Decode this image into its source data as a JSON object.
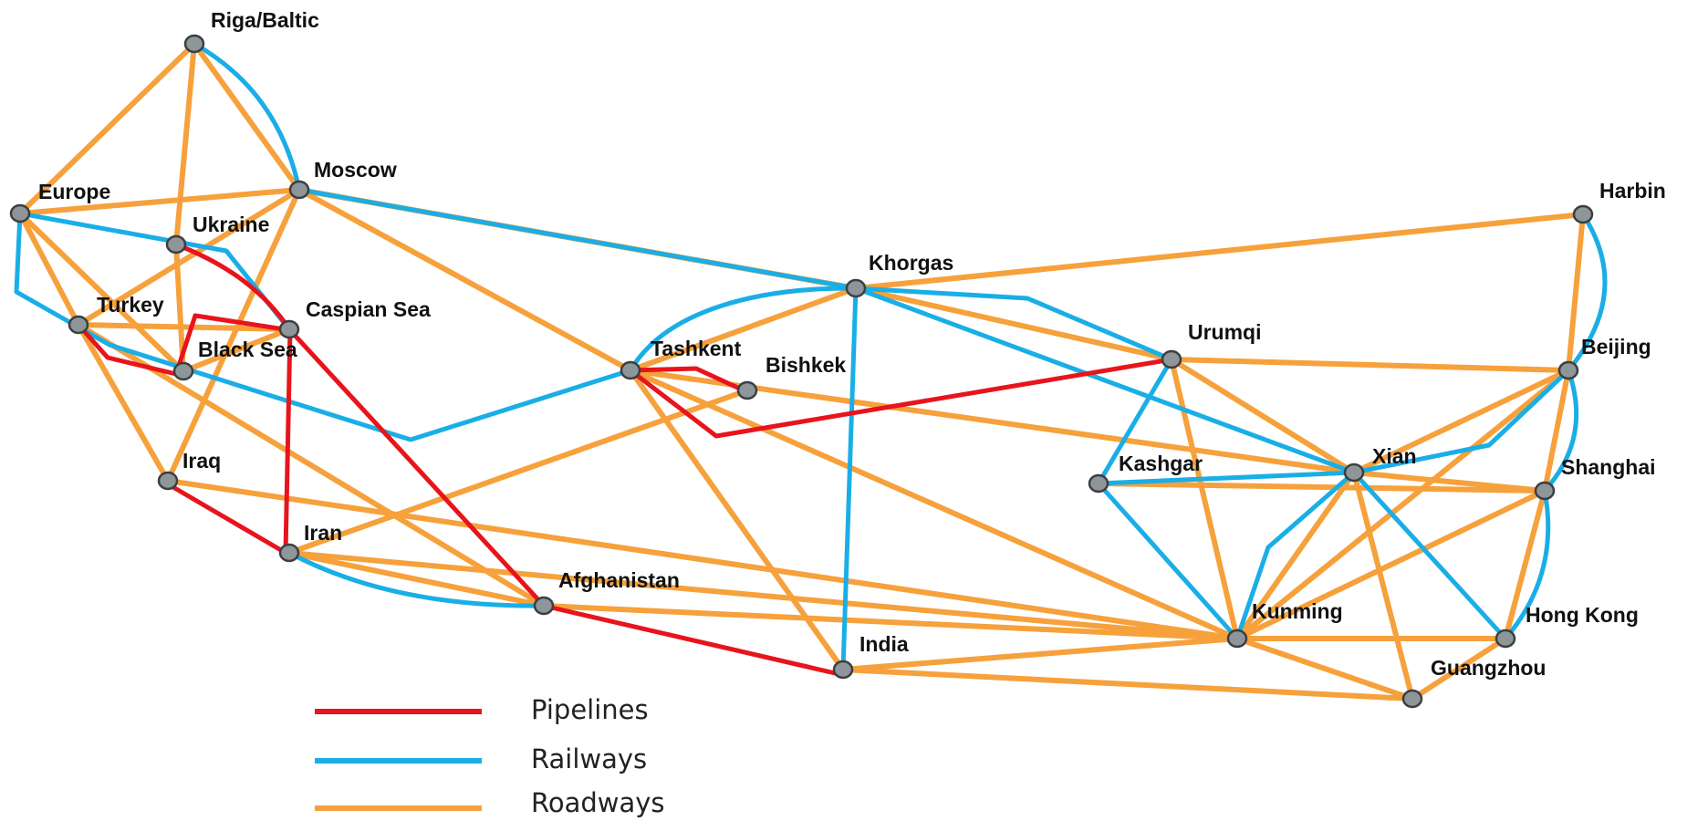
{
  "colors": {
    "pipeline": "#e8141c",
    "railway": "#1aaee6",
    "roadway": "#f6a13c",
    "node_fill": "#8f969a",
    "node_stroke": "#3b3f42",
    "label": "#111111"
  },
  "nodes": {
    "riga": {
      "label": "Riga/Baltic"
    },
    "moscow": {
      "label": "Moscow"
    },
    "europe": {
      "label": "Europe"
    },
    "ukraine": {
      "label": "Ukraine"
    },
    "turkey": {
      "label": "Turkey"
    },
    "caspian": {
      "label": "Caspian Sea"
    },
    "blacksea": {
      "label": "Black Sea"
    },
    "iraq": {
      "label": "Iraq"
    },
    "iran": {
      "label": "Iran"
    },
    "afghanistan": {
      "label": "Afghanistan"
    },
    "tashkent": {
      "label": "Tashkent"
    },
    "bishkek": {
      "label": "Bishkek"
    },
    "khorgas": {
      "label": "Khorgas"
    },
    "urumqi": {
      "label": "Urumqi"
    },
    "kashgar": {
      "label": "Kashgar"
    },
    "xian": {
      "label": "Xian"
    },
    "kunming": {
      "label": "Kunming"
    },
    "india": {
      "label": "India"
    },
    "harbin": {
      "label": "Harbin"
    },
    "beijing": {
      "label": "Beijing"
    },
    "shanghai": {
      "label": "Shanghai"
    },
    "hongkong": {
      "label": "Hong Kong"
    },
    "guangzhou": {
      "label": "Guangzhou"
    }
  },
  "legend": {
    "pipelines": "Pipelines",
    "railways": "Railways",
    "roadways": "Roadways"
  },
  "connections": {
    "roadways": [
      [
        "riga",
        "europe"
      ],
      [
        "riga",
        "ukraine"
      ],
      [
        "riga",
        "moscow"
      ],
      [
        "europe",
        "moscow"
      ],
      [
        "europe",
        "turkey"
      ],
      [
        "europe",
        "blacksea"
      ],
      [
        "moscow",
        "turkey"
      ],
      [
        "moscow",
        "iraq"
      ],
      [
        "moscow",
        "tashkent"
      ],
      [
        "moscow",
        "khorgas"
      ],
      [
        "turkey",
        "caspian"
      ],
      [
        "turkey",
        "iraq"
      ],
      [
        "turkey",
        "afghanistan"
      ],
      [
        "ukraine",
        "blacksea"
      ],
      [
        "blacksea",
        "caspian"
      ],
      [
        "iraq",
        "kunming"
      ],
      [
        "iran",
        "bishkek"
      ],
      [
        "iran",
        "afghanistan"
      ],
      [
        "iran",
        "kunming"
      ],
      [
        "afghanistan",
        "kunming"
      ],
      [
        "tashkent",
        "khorgas"
      ],
      [
        "tashkent",
        "india"
      ],
      [
        "tashkent",
        "kunming"
      ],
      [
        "tashkent",
        "xian"
      ],
      [
        "khorgas",
        "harbin"
      ],
      [
        "khorgas",
        "urumqi"
      ],
      [
        "urumqi",
        "beijing"
      ],
      [
        "urumqi",
        "kunming"
      ],
      [
        "urumqi",
        "xian"
      ],
      [
        "india",
        "kunming"
      ],
      [
        "india",
        "guangzhou"
      ],
      [
        "harbin",
        "beijing"
      ],
      [
        "beijing",
        "xian"
      ],
      [
        "beijing",
        "shanghai"
      ],
      [
        "beijing",
        "kunming"
      ],
      [
        "xian",
        "shanghai"
      ],
      [
        "xian",
        "kunming"
      ],
      [
        "xian",
        "guangzhou"
      ],
      [
        "kunming",
        "shanghai"
      ],
      [
        "kunming",
        "hongkong"
      ],
      [
        "kunming",
        "guangzhou"
      ],
      [
        "shanghai",
        "hongkong"
      ],
      [
        "hongkong",
        "guangzhou"
      ],
      [
        "shanghai",
        "kashgar"
      ]
    ]
  }
}
